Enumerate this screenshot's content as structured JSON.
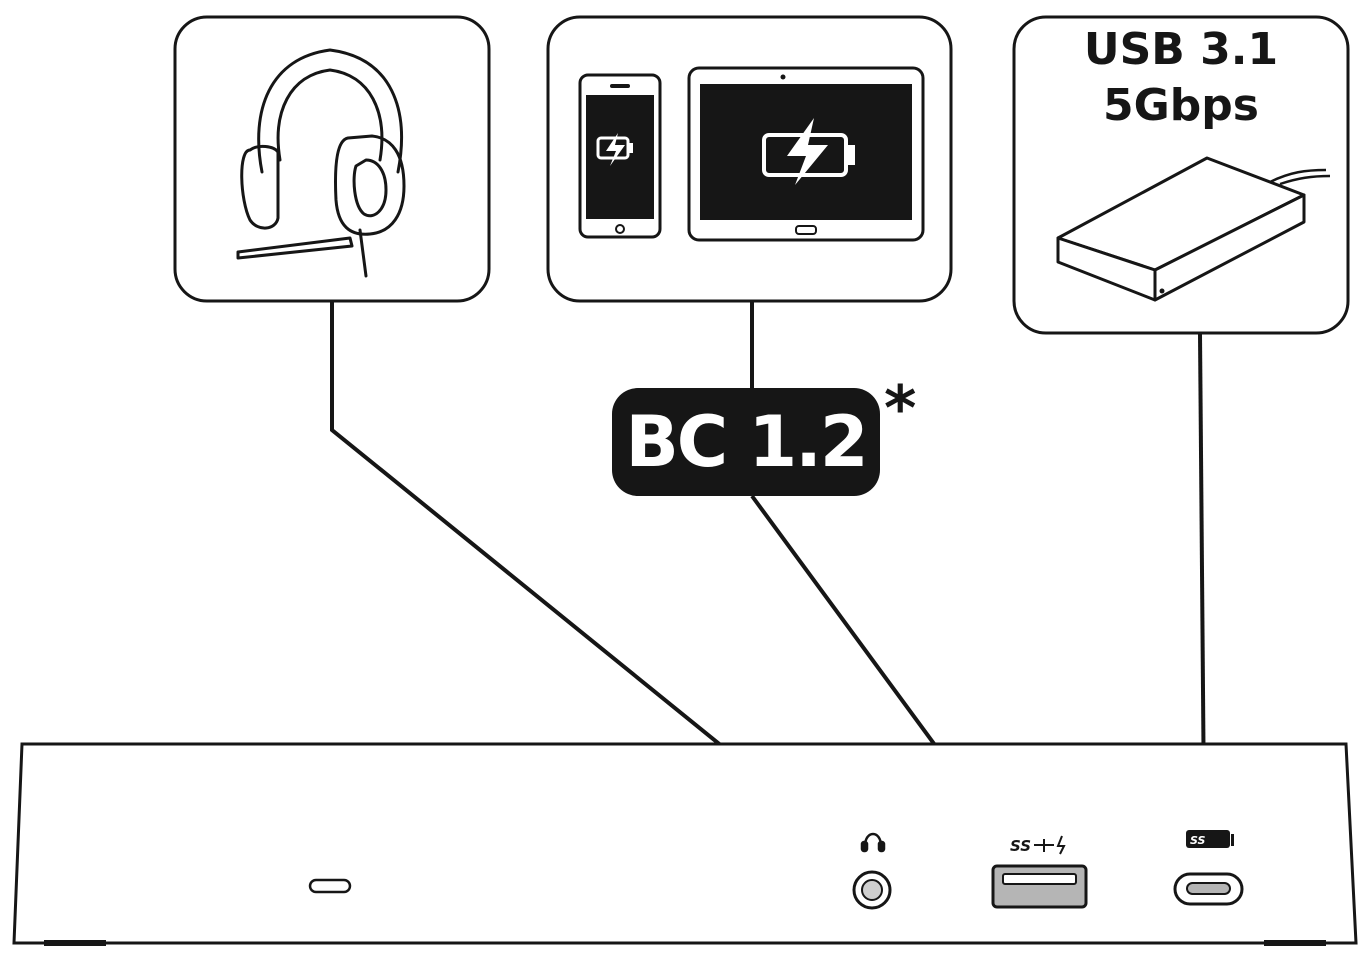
{
  "usb_device": {
    "label_line1": "USB 3.1",
    "label_line2": "5Gbps"
  },
  "charging_standard": {
    "label": "BC 1.2",
    "footnote_mark": "*"
  },
  "colors": {
    "ink": "#161616",
    "badge_text": "#ffffff",
    "port_fill": "#b5b5b5"
  },
  "icons": {
    "headset": "headset-icon",
    "phone": "smartphone-icon",
    "tablet": "tablet-icon",
    "drive": "external-drive-icon",
    "audio_port": "headphone-jack-icon",
    "usb_a_port": "usb-a-port-icon",
    "usb_c_port": "usb-c-port-icon"
  }
}
